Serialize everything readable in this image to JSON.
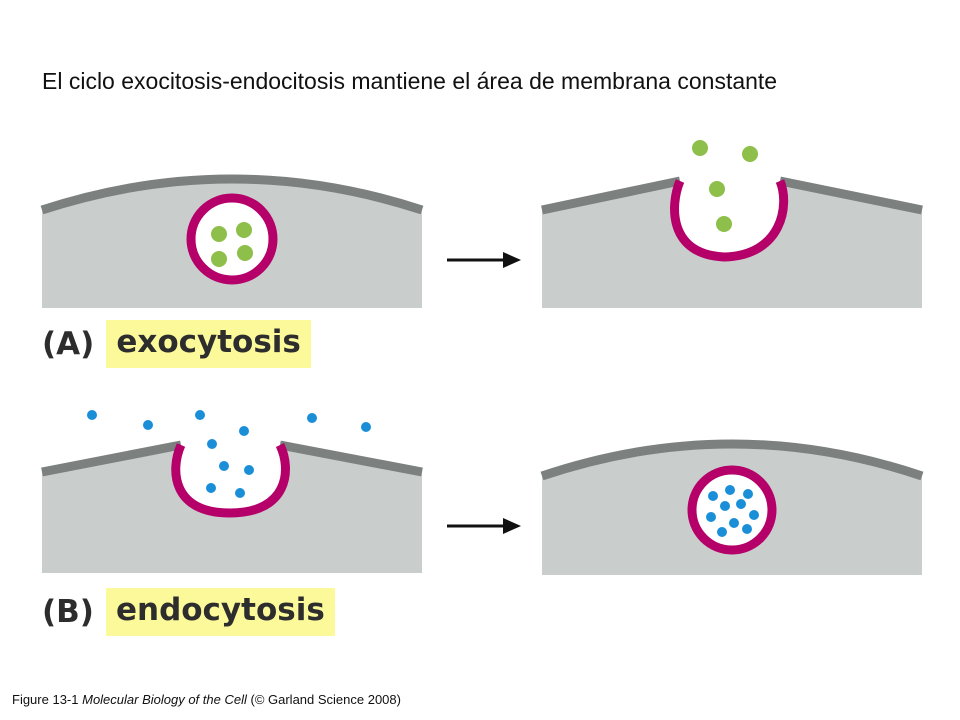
{
  "title": "El ciclo exocitosis-endocitosis mantiene el área de membrana constante",
  "panels": {
    "a": {
      "letter": "(A)",
      "name": "exocytosis"
    },
    "b": {
      "letter": "(B)",
      "name": "endocytosis"
    }
  },
  "footer": {
    "figure": "Figure 13-1",
    "book": "Molecular Biology of the Cell",
    "publisher": "(© Garland Science 2008)"
  },
  "colors": {
    "cytoplasm": "#c9cecd",
    "membrane": "#7c807f",
    "vesicle_membrane": "#b5006a",
    "cargo_green": "#8ebf4a",
    "cargo_blue": "#1a8fd8",
    "highlight": "#fcf99a",
    "arrow": "#111111"
  }
}
